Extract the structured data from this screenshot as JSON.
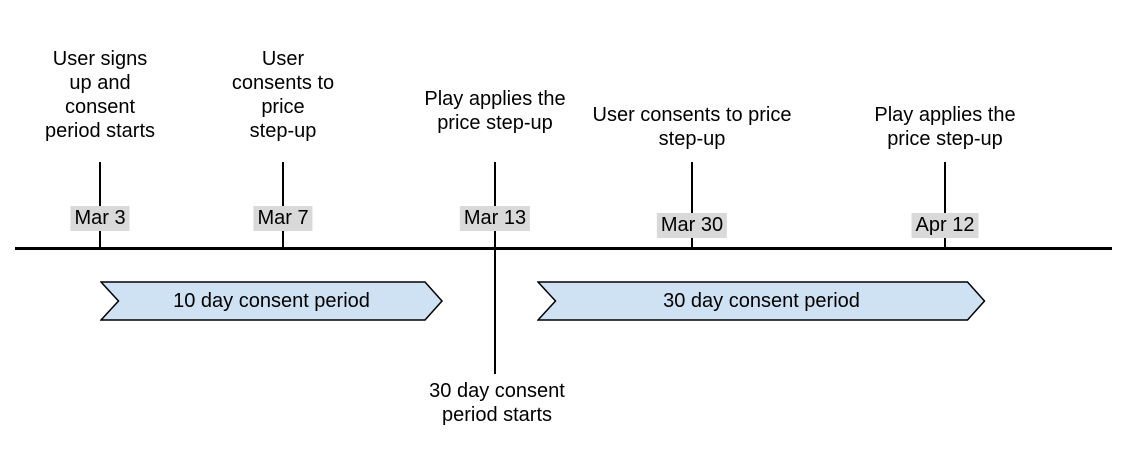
{
  "diagram": {
    "events": [
      {
        "date": "Mar 3",
        "label": "User signs\nup and\nconsent\nperiod starts"
      },
      {
        "date": "Mar 7",
        "label": "User\nconsents to\nprice\nstep-up"
      },
      {
        "date": "Mar 13",
        "label": "Play applies the\nprice step-up"
      },
      {
        "date": "Mar 30",
        "label": "User consents to price\nstep-up"
      },
      {
        "date": "Apr 12",
        "label": "Play applies the\nprice step-up"
      }
    ],
    "periods": [
      {
        "label": "10 day consent period"
      },
      {
        "label": "30 day consent period"
      }
    ],
    "annotation": "30 day consent\nperiod starts",
    "colors": {
      "period_fill": "#cfe2f3",
      "period_border": "#000000",
      "date_badge_bg": "#d9d9d9",
      "line": "#000000",
      "text": "#000000"
    }
  }
}
